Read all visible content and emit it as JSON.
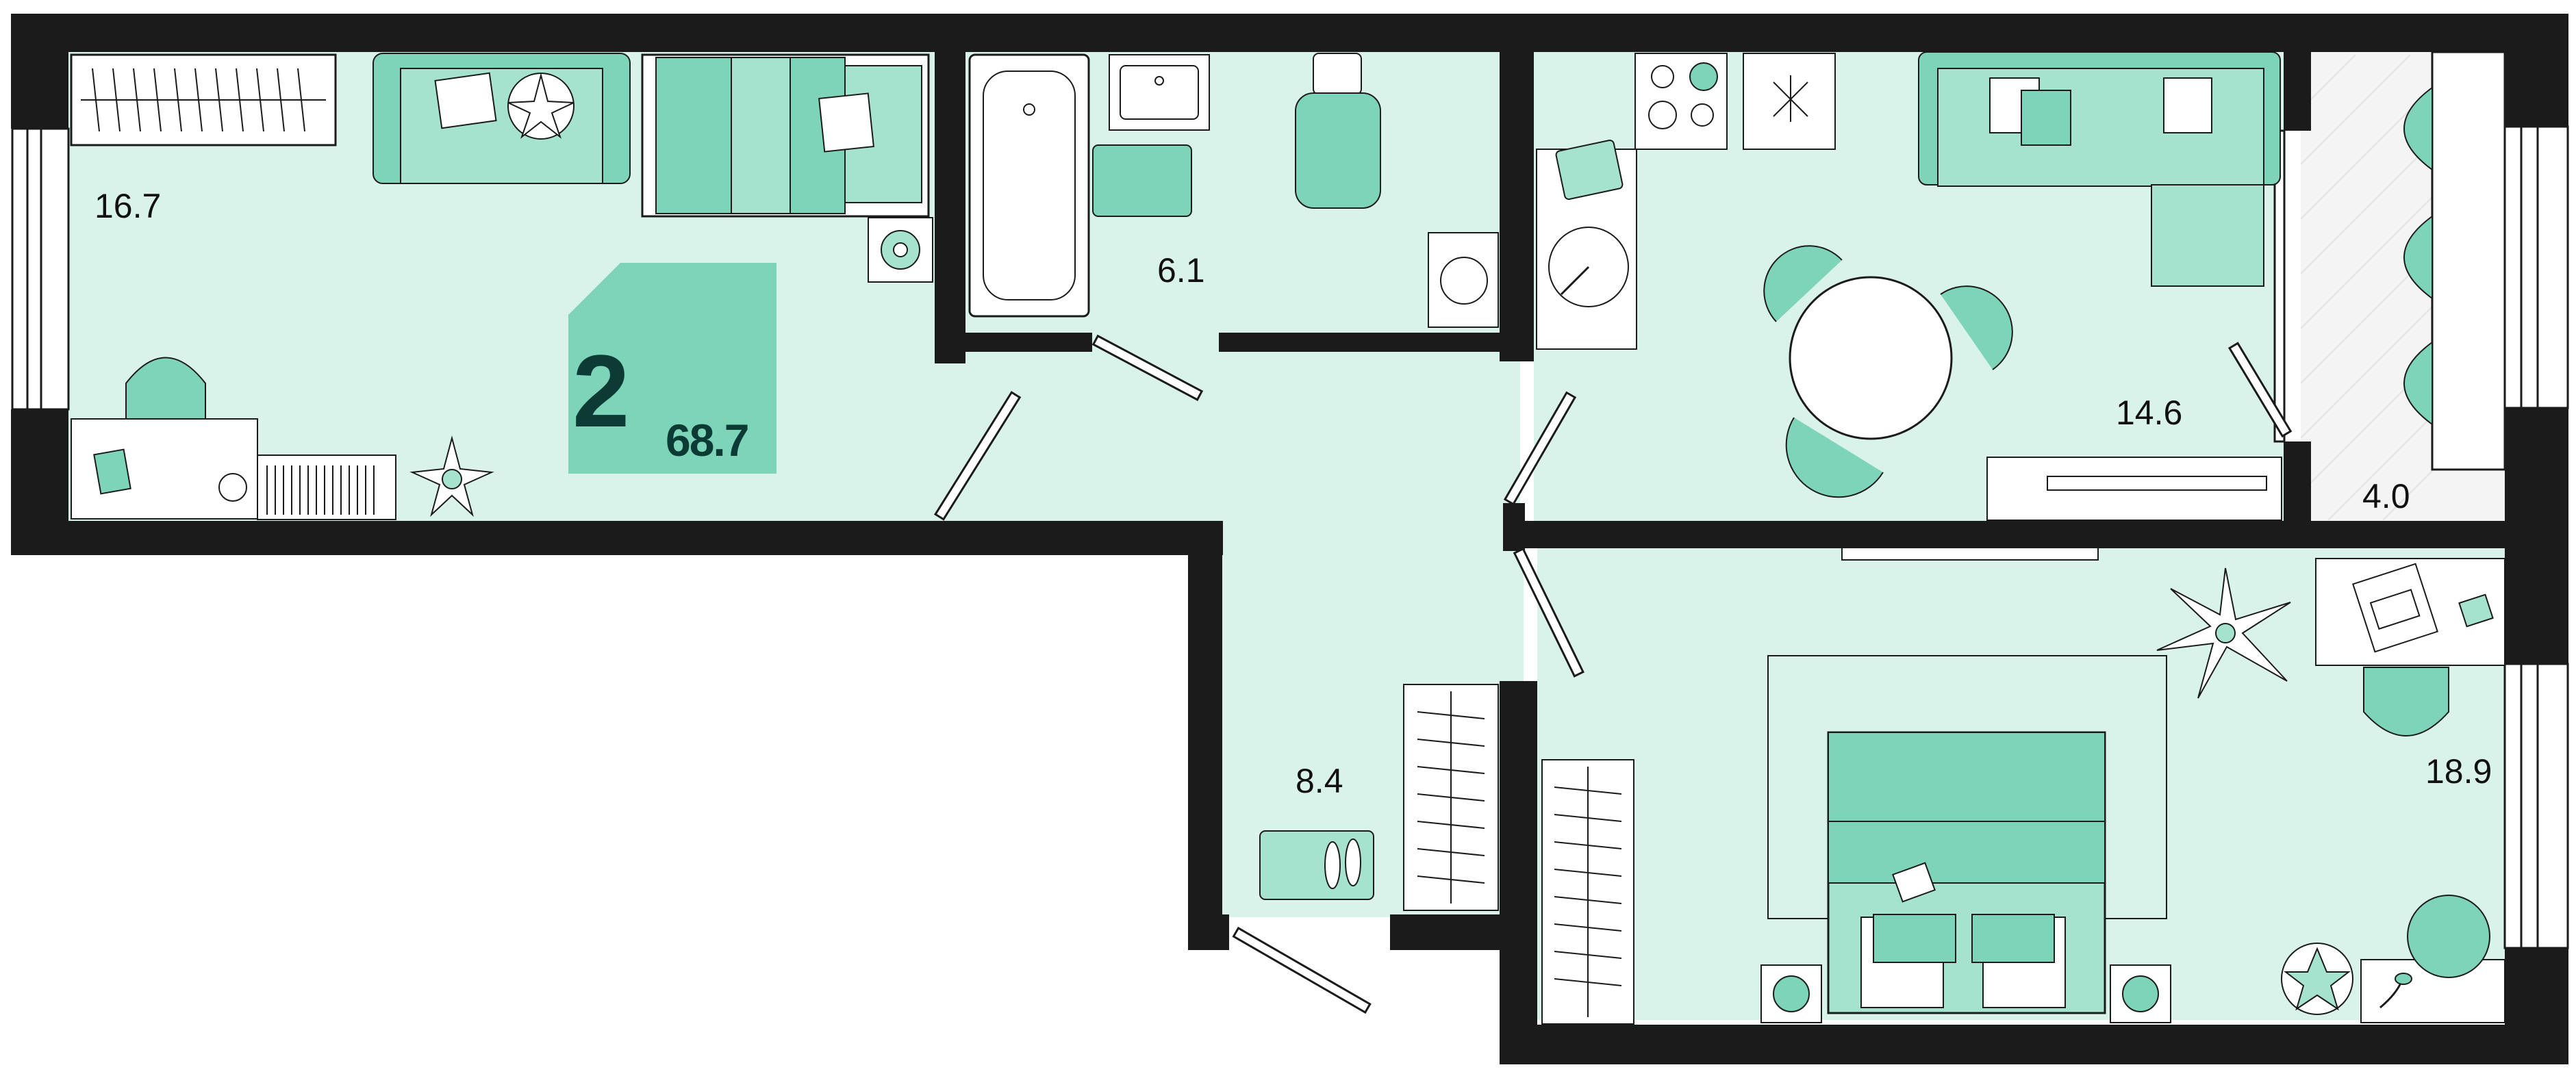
{
  "plan": {
    "room_count": "2",
    "total_area": "68.7",
    "rooms": [
      {
        "id": "bedroom-west",
        "area": "16.7"
      },
      {
        "id": "bathroom",
        "area": "6.1"
      },
      {
        "id": "kitchen-living",
        "area": "14.6"
      },
      {
        "id": "balcony",
        "area": "4.0"
      },
      {
        "id": "hallway",
        "area": "8.4"
      },
      {
        "id": "bedroom-east",
        "area": "18.9"
      }
    ]
  },
  "colors": {
    "floor": "#daf3ea",
    "wall": "#1b1b1b",
    "accent": "#7dd4b9",
    "accent_dark": "#0c3b35",
    "furniture_light": "#a6e3cf",
    "balcony": "#f5f5f5"
  },
  "icons": [
    "wardrobe-icon",
    "sofa-icon",
    "bed-icon",
    "plant-icon",
    "desk-icon",
    "chair-icon",
    "bathtub-icon",
    "sink-icon",
    "toilet-icon",
    "washing-machine-icon",
    "stove-icon",
    "dining-table-icon",
    "tv-stand-icon",
    "laptop-icon",
    "door-icon",
    "window-icon"
  ]
}
